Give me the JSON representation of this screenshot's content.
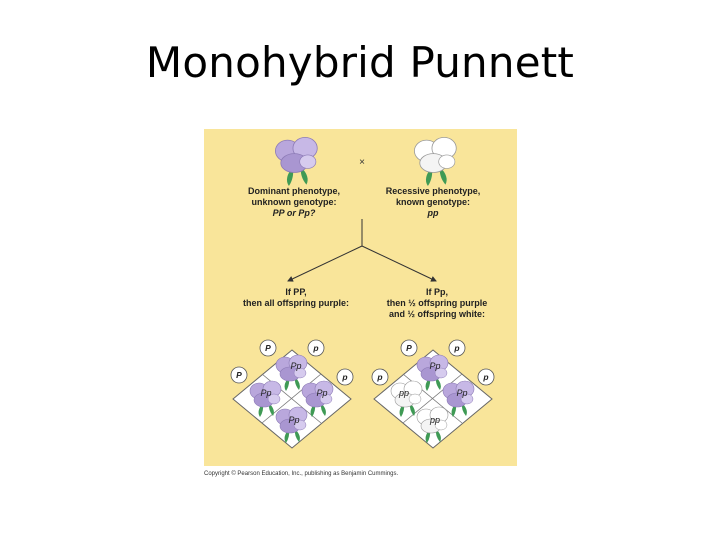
{
  "slide": {
    "title": "Monohybrid Punnett"
  },
  "figure": {
    "background_color": "#f9e59a",
    "cross_symbol": "×",
    "dominant": {
      "line1": "Dominant phenotype,",
      "line2": "unknown genotype:",
      "line3": "PP or Pp?"
    },
    "recessive": {
      "line1": "Recessive phenotype,",
      "line2": "known genotype:",
      "line3": "pp"
    },
    "case_pp": {
      "line1": "If PP,",
      "line2": "then all offspring purple:"
    },
    "case_pp_het": {
      "line1": "If Pp,",
      "line2": "then ½ offspring purple",
      "line3": "and ½ offspring white:"
    },
    "left_square": {
      "top_alleles": [
        "P",
        "p"
      ],
      "side_alleles": [
        "P",
        "p"
      ],
      "cells": [
        "Pp",
        "Pp",
        "Pp",
        "Pp"
      ]
    },
    "right_square": {
      "top_alleles": [
        "P",
        "p"
      ],
      "side_alleles": [
        "p",
        "p"
      ],
      "cells": [
        "Pp",
        "pp",
        "Pp",
        "pp"
      ]
    },
    "colors": {
      "purple": "#b9a7dc",
      "white": "#ffffff",
      "leaf": "#3f9a55"
    }
  },
  "caption": "Copyright © Pearson Education, Inc., publishing as Benjamin Cummings."
}
